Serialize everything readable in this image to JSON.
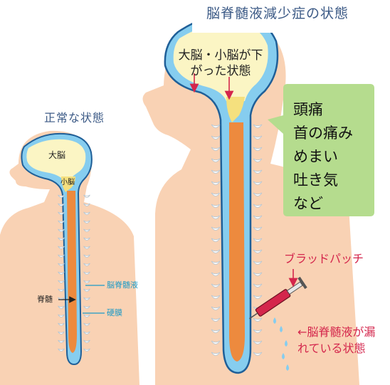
{
  "normal": {
    "title": "正常な状態",
    "brain_label": "大脳",
    "cerebellum_label": "小脳",
    "spinal_cord_label": "脊髄",
    "csf_label": "脳脊髄液",
    "dura_label": "硬膜"
  },
  "hypovolemia": {
    "title": "脳脊髄液減少症の状態",
    "brain_label": "大脳・小脳が下がった状態",
    "symptoms": [
      "頭痛",
      "首の痛み",
      "めまい",
      "吐き気",
      "など"
    ],
    "treatment_label": "ブラッドパッチ",
    "leak_label": "←脳脊髄液が漏れている状態"
  },
  "colors": {
    "skin": "#f9d2b4",
    "csf": "#86cdef",
    "dura_outline": "#1f5f98",
    "brain": "#fbf5c4",
    "cerebellum": "#f5e07e",
    "spinal_cord": "#ed8a3e",
    "symptom_panel": "#b5dc8e",
    "accent_red": "#d4264c",
    "title_text": "#3c5a86"
  }
}
